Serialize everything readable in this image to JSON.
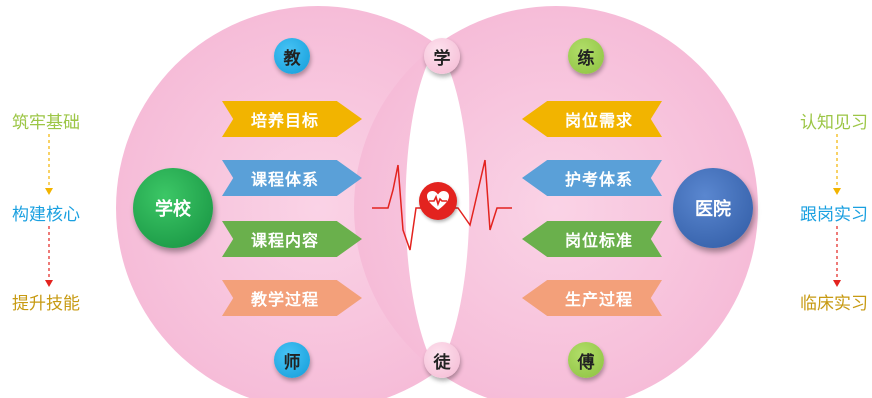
{
  "left_column": {
    "items": [
      "筑牢基础",
      "构建核心",
      "提升技能"
    ],
    "colors": [
      "#9cc646",
      "#1aa0e0",
      "#c79a12"
    ]
  },
  "right_column": {
    "items": [
      "认知见习",
      "跟岗实习",
      "临床实习"
    ],
    "colors": [
      "#9cc646",
      "#1aa0e0",
      "#c79a12"
    ]
  },
  "school_circle": {
    "label": "学校",
    "color": "#1ea64a"
  },
  "hospital_circle": {
    "label": "医院",
    "color": "#3b69b8"
  },
  "top_chars": [
    "教",
    "学",
    "练"
  ],
  "bottom_chars": [
    "师",
    "徒",
    "傅"
  ],
  "left_arrows": [
    {
      "label": "培养目标",
      "color": "#f2b400"
    },
    {
      "label": "课程体系",
      "color": "#5aa0d8"
    },
    {
      "label": "课程内容",
      "color": "#6ab04c"
    },
    {
      "label": "教学过程",
      "color": "#f3a07a"
    }
  ],
  "right_arrows": [
    {
      "label": "岗位需求",
      "color": "#f2b400"
    },
    {
      "label": "护考体系",
      "color": "#5aa0d8"
    },
    {
      "label": "岗位标准",
      "color": "#6ab04c"
    },
    {
      "label": "生产过程",
      "color": "#f3a07a"
    }
  ],
  "icon": "heart-pulse-icon",
  "colors": {
    "venn_fill": "#f8c6dd",
    "heart_red": "#e3231f"
  }
}
